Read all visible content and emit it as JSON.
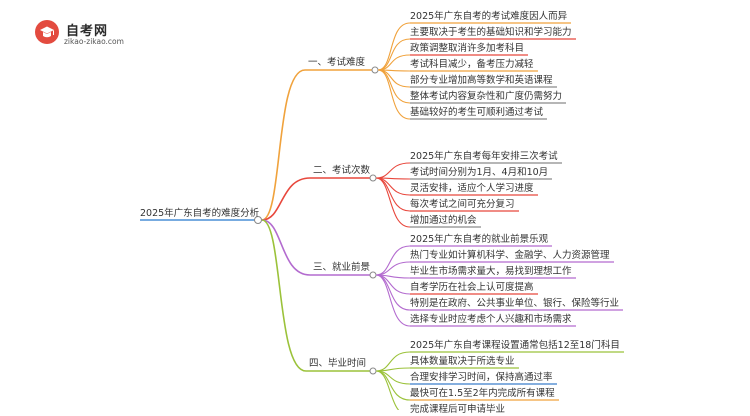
{
  "logo": {
    "title": "自考网",
    "subtitle": "zikao-zikao.com",
    "icon": "graduation-cap-pencil-icon"
  },
  "mindmap": {
    "root": "2025年广东自考的难度分析",
    "branches": [
      {
        "label": "一、考试难度",
        "color": "#F0A23C",
        "leaves": [
          "2025年广东自考的考试难度因人而异",
          "主要取决于考生的基础知识和学习能力",
          "政策调整取消许多加考科目",
          "考试科目减少，备考压力减轻",
          "部分专业增加高等数学和英语课程",
          "整体考试内容复杂性和广度仍需努力",
          "基础较好的考生可顺利通过考试"
        ],
        "leaf_colors": [
          "#F0A23C",
          "#E8473C",
          "#E8473C",
          "#F0A23C",
          "#8A8A8A",
          "#8A8A8A",
          "#8A8A8A"
        ]
      },
      {
        "label": "二、考试次数",
        "color": "#E8473C",
        "leaves": [
          "2025年广东自考每年安排三次考试",
          "考试时间分别为1月、4月和10月",
          "灵活安排，适应个人学习进度",
          "每次考试之间可充分复习",
          "增加通过的机会"
        ],
        "leaf_colors": [
          "#8A8A8A",
          "#8A8A8A",
          "#E8473C",
          "#E8473C",
          "#8A8A8A"
        ]
      },
      {
        "label": "三、就业前景",
        "color": "#B36BCF",
        "leaves": [
          "2025年广东自考的就业前景乐观",
          "热门专业如计算机科学、金融学、人力资源管理",
          "毕业生市场需求量大，易找到理想工作",
          "自考学历在社会上认可度提高",
          "特别是在政府、公共事业单位、银行、保险等行业",
          "选择专业时应考虑个人兴趣和市场需求"
        ],
        "leaf_colors": [
          "#B36BCF",
          "#B36BCF",
          "#B36BCF",
          "#E8473C",
          "#B36BCF",
          "#B36BCF"
        ]
      },
      {
        "label": "四、毕业时间",
        "color": "#9BC23A",
        "leaves": [
          "2025年广东自考课程设置通常包括12至18门科目",
          "具体数量取决于所选专业",
          "合理安排学习时间，保持高通过率",
          "最快可在1.5至2年内完成所有课程",
          "完成课程后可申请毕业"
        ],
        "leaf_colors": [
          "#9BC23A",
          "#9BC23A",
          "#3A7DC9",
          "#F0A23C",
          "#9BC23A"
        ]
      }
    ]
  }
}
